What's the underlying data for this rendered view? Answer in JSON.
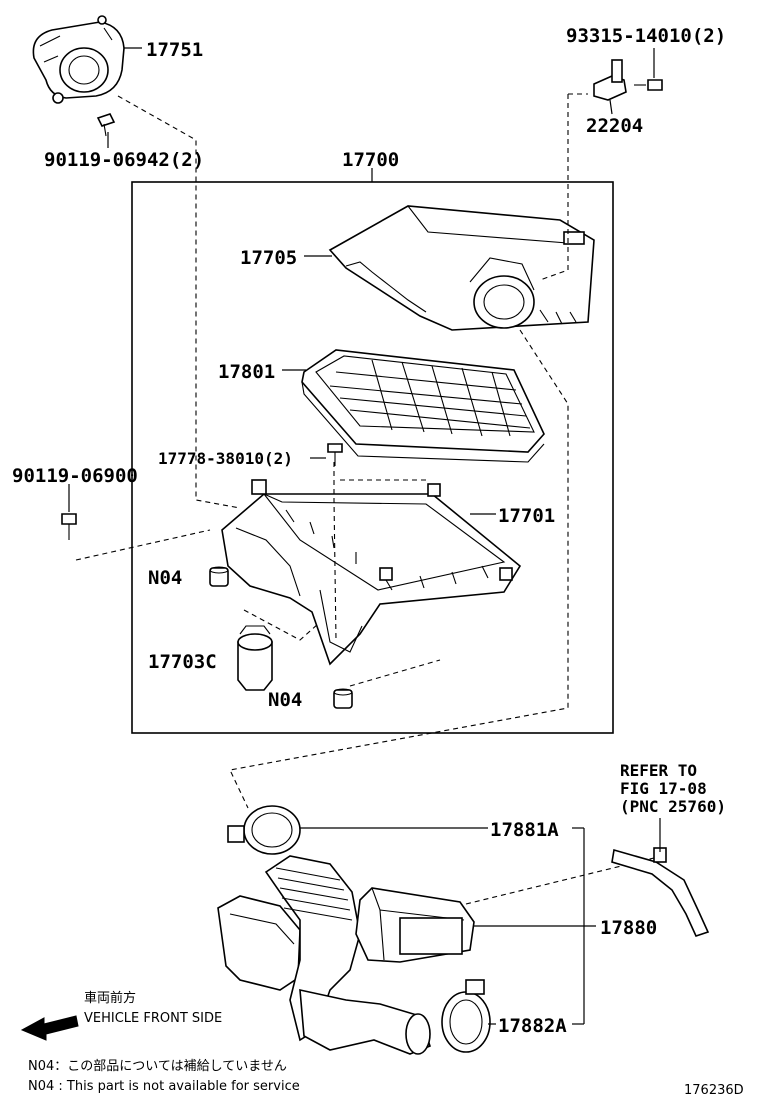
{
  "labels": {
    "p17751": "17751",
    "p90119_06942": "90119-06942(2)",
    "p93315": "93315-14010(2)",
    "p22204": "22204",
    "p17700": "17700",
    "p17705": "17705",
    "p17801": "17801",
    "p17778": "17778-38010(2)",
    "p90119_06900": "90119-06900",
    "p17701": "17701",
    "n04_a": "N04",
    "p17703c": "17703C",
    "n04_b": "N04",
    "refer_line1": "REFER TO",
    "refer_line2": "FIG 17-08",
    "refer_line3": "(PNC 25760)",
    "p17881a": "17881A",
    "p17880": "17880",
    "p17882a": "17882A"
  },
  "direction": {
    "jp": "車両前方",
    "en": "VEHICLE FRONT SIDE"
  },
  "notes": {
    "jp": "N04：この部品については補給していません",
    "en": "N04 : This part is not available for service"
  },
  "figure_id": "176236D"
}
